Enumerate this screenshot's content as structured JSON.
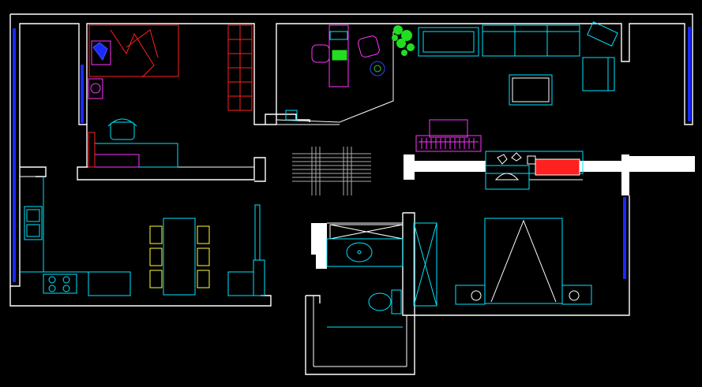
{
  "drawing": {
    "colors": {
      "background": "#000000",
      "walls": "#ffffff",
      "furniture": "#00e5ff",
      "furniture_alt": "#ff33ff",
      "bed_accent": "#ff2020",
      "windows": "#1a2aff",
      "chairs": "#ffff33",
      "plants": "#22dd22"
    },
    "rooms": [
      "bedroom-north-west",
      "study",
      "living-room",
      "kitchen-dining",
      "bathroom",
      "master-bedroom",
      "stairwell"
    ],
    "fixtures": [
      "double-bed",
      "single-bed",
      "desk",
      "sofa",
      "armchair",
      "tv-cabinet",
      "piano",
      "dining-table",
      "kitchen-sink",
      "stove",
      "wash-basin",
      "toilet",
      "wardrobe",
      "potted-plant"
    ]
  }
}
